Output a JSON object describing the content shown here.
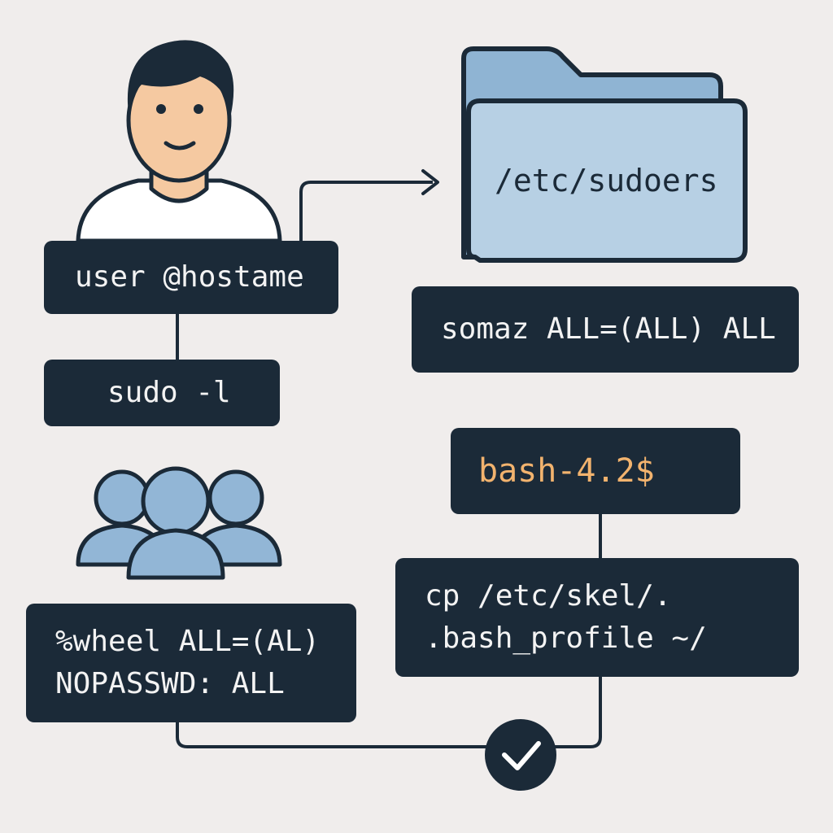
{
  "colors": {
    "background": "#f0edec",
    "terminal_bg": "#1b2a38",
    "terminal_text": "#f3f3f3",
    "prompt_accent": "#f2b36e",
    "folder_fill": "#b7d0e4",
    "folder_back": "#8fb4d3",
    "group_fill": "#92b6d6",
    "skin": "#f5c9a1",
    "outline": "#1b2a38"
  },
  "icons": {
    "user": "user-avatar-icon",
    "folder": "folder-icon",
    "group": "user-group-icon",
    "check": "checkmark-icon"
  },
  "folder": {
    "label": "/etc/sudoers"
  },
  "terminals": {
    "user_host": "user @hostame",
    "sudo_cmd": "sudo -l",
    "sudoers_rule": "somaz ALL=(ALL) ALL",
    "prompt": "bash-4.2$",
    "wheel_rule": [
      "%wheel ALL=(AL)",
      "NOPASSWD: ALL"
    ],
    "copy_cmd": [
      "cp /etc/skel/.",
      ".bash_profile ~/"
    ]
  }
}
